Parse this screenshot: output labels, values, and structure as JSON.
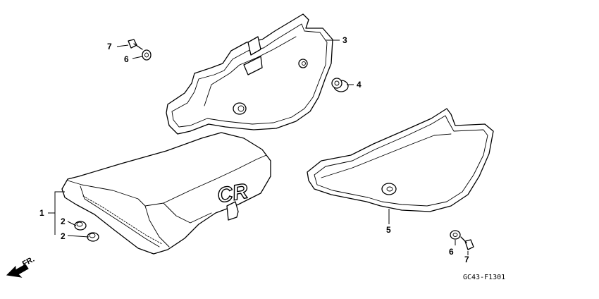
{
  "callouts": {
    "c1": "1",
    "c2a": "2",
    "c2b": "2",
    "c3": "3",
    "c4": "4",
    "c5": "5",
    "c6a": "6",
    "c6b": "6",
    "c7a": "7",
    "c7b": "7"
  },
  "seat_logo": "CR",
  "front_marker": "FR.",
  "diagram_code": "GC43-F1301"
}
